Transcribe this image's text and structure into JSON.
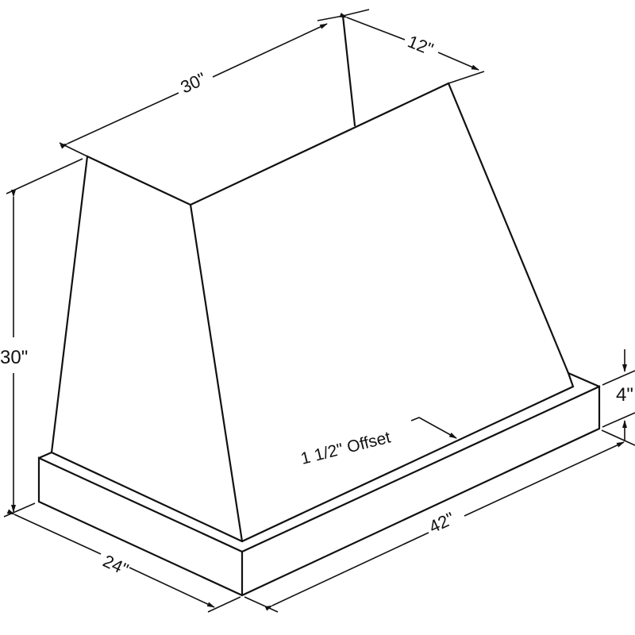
{
  "diagram": {
    "dimensions": {
      "top_width": "30\"",
      "top_depth": "12\"",
      "height": "30\"",
      "base_depth": "24\"",
      "base_width": "42\"",
      "base_height": "4\""
    },
    "annotation": "1 1/2\" Offset"
  }
}
